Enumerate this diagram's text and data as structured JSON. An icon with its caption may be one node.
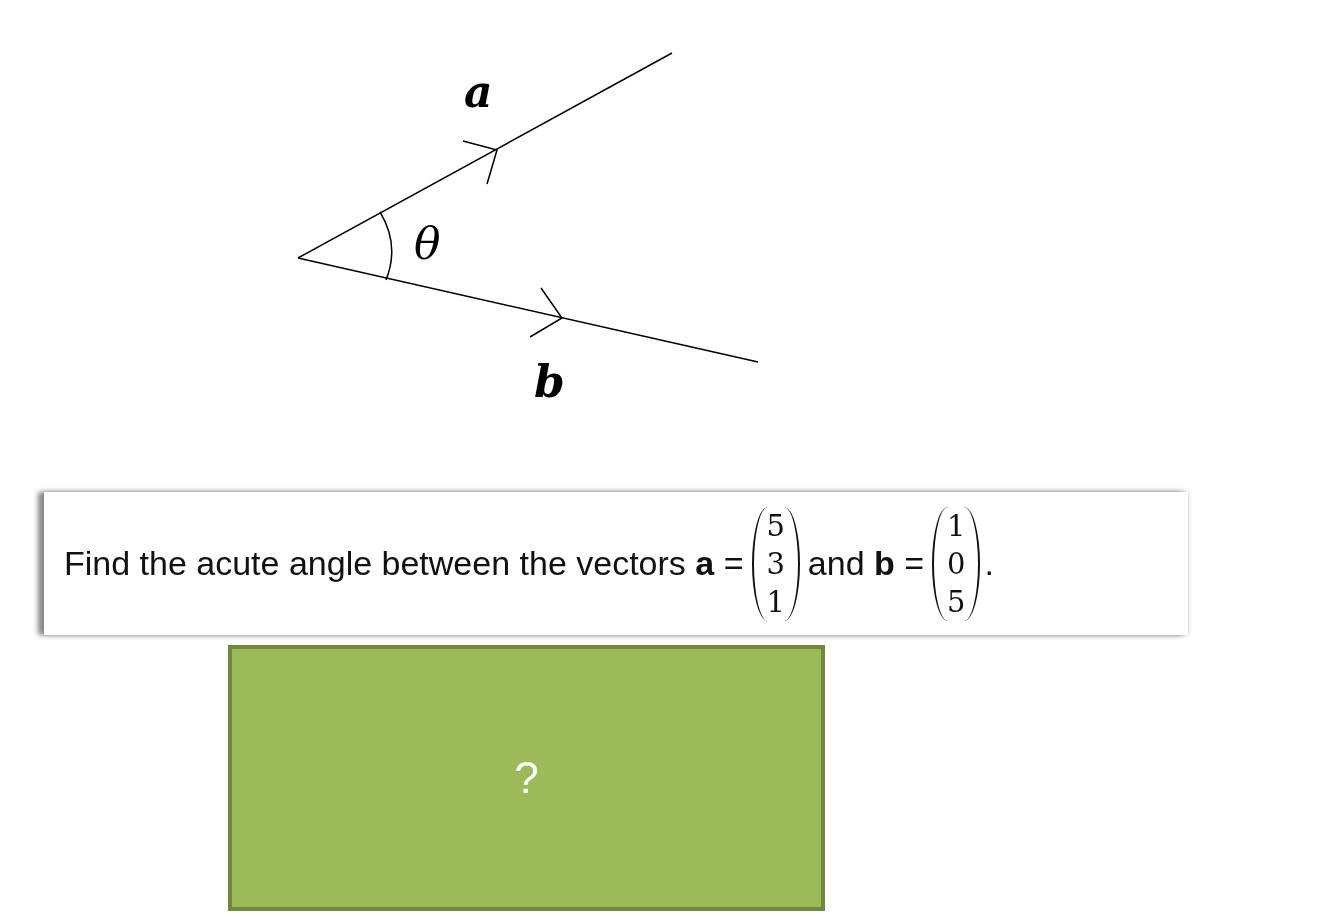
{
  "diagram": {
    "nodes": [
      {
        "text": [
          "Find the acute angle between the vectors **a** =",
          "5 3 1",
          "and **b** =",
          "1 0 5",
          "."
        ]
      },
      {
        "text": [
          "?"
        ]
      }
    ],
    "labels": [
      "a",
      "θ",
      "b"
    ]
  }
}
